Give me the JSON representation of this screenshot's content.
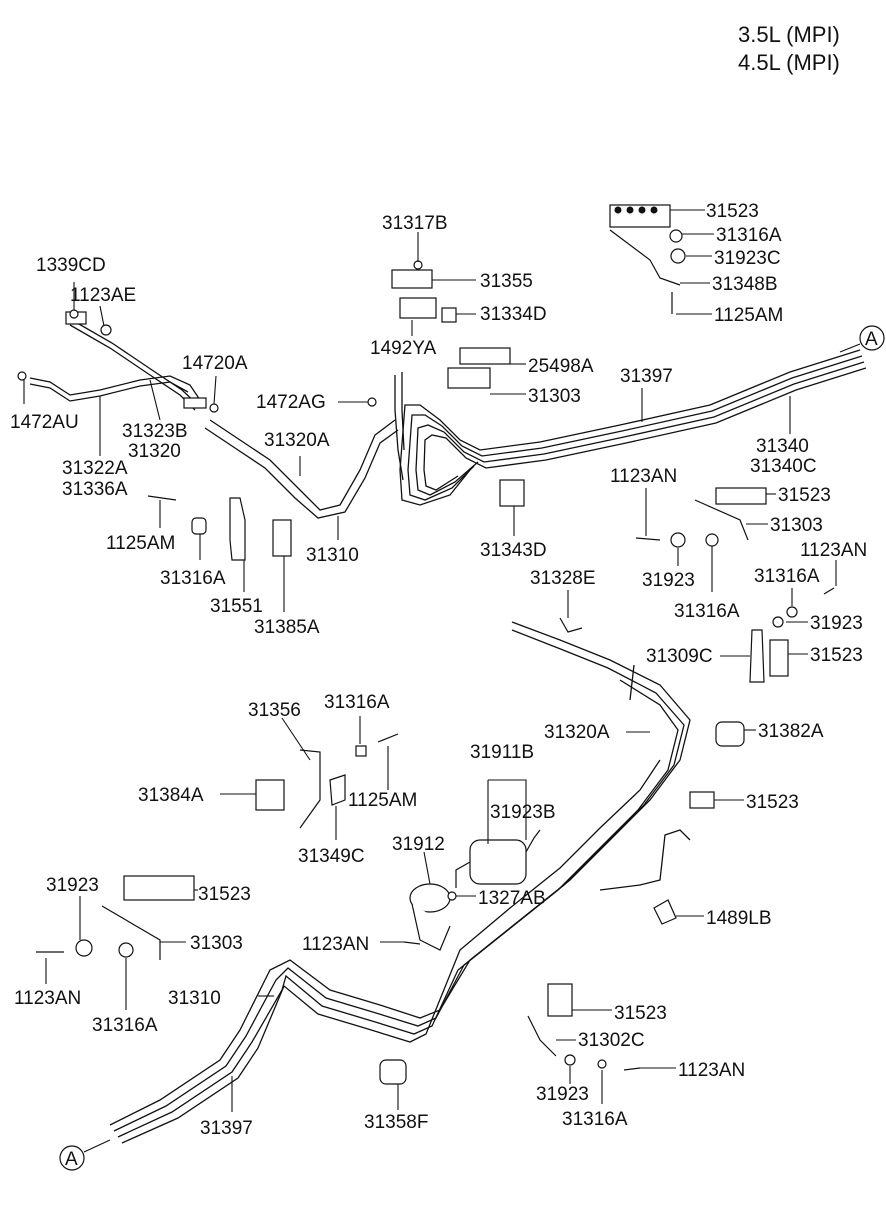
{
  "header": {
    "engine_1": "3.5L (MPI)",
    "engine_2": "4.5L (MPI)"
  },
  "refs": {
    "ref_a_top": "A",
    "ref_a_bottom": "A"
  },
  "labels": {
    "l_31523_a": "31523",
    "l_31316A_a": "31316A",
    "l_31923C": "31923C",
    "l_31348B": "31348B",
    "l_1125AM_a": "1125AM",
    "l_31317B": "31317B",
    "l_31355": "31355",
    "l_31334D": "31334D",
    "l_1492YA": "1492YA",
    "l_25498A": "25498A",
    "l_31303_a": "31303",
    "l_31397_a": "31397",
    "l_31340": "31340",
    "l_31340C": "31340C",
    "l_1339CD": "1339CD",
    "l_1123AE": "1123AE",
    "l_14720A": "14720A",
    "l_1472AG": "1472AG",
    "l_1472AU": "1472AU",
    "l_31323B": "31323B",
    "l_31320": "31320",
    "l_31322A": "31322A",
    "l_31336A": "31336A",
    "l_31320A_a": "31320A",
    "l_1125AM_b": "1125AM",
    "l_31316A_b": "31316A",
    "l_31551": "31551",
    "l_31385A": "31385A",
    "l_31310_a": "31310",
    "l_31343D": "31343D",
    "l_1123AN_a": "1123AN",
    "l_31523_b": "31523",
    "l_31303_b": "31303",
    "l_31923_a": "31923",
    "l_31316A_c": "31316A",
    "l_1123AN_b": "1123AN",
    "l_31316A_d": "31316A",
    "l_31923_b": "31923",
    "l_31328E": "31328E",
    "l_31309C": "31309C",
    "l_31523_c": "31523",
    "l_31356": "31356",
    "l_31316A_e": "31316A",
    "l_1125AM_c": "1125AM",
    "l_31384A": "31384A",
    "l_31349C": "31349C",
    "l_31320A_b": "31320A",
    "l_31382A": "31382A",
    "l_31911B": "31911B",
    "l_31923B": "31923B",
    "l_31523_d": "31523",
    "l_31912": "31912",
    "l_1327AB": "1327AB",
    "l_31923_c": "31923",
    "l_31523_e": "31523",
    "l_31303_c": "31303",
    "l_1123AN_c": "1123AN",
    "l_1489LB": "1489LB",
    "l_1123AN_d": "1123AN",
    "l_31316A_f": "31316A",
    "l_31310_b": "31310",
    "l_31523_f": "31523",
    "l_31302C": "31302C",
    "l_1123AN_e": "1123AN",
    "l_31923_d": "31923",
    "l_31316A_g": "31316A",
    "l_31397_b": "31397",
    "l_31358F": "31358F"
  }
}
